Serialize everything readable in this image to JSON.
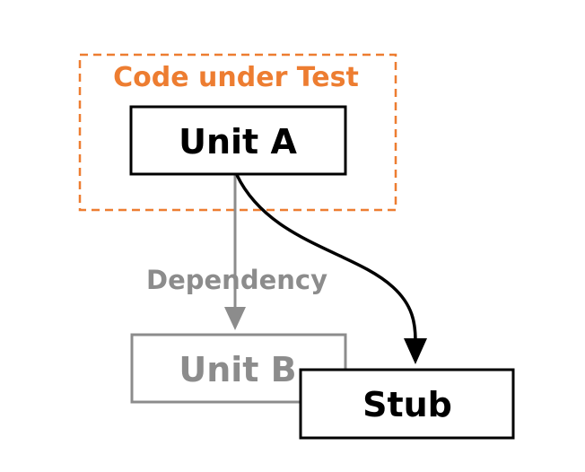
{
  "diagram": {
    "group": {
      "label": "Code under Test",
      "color": "#ED7D31"
    },
    "nodes": {
      "unit_a": {
        "label": "Unit A",
        "color": "#000000"
      },
      "unit_b": {
        "label": "Unit B",
        "color": "#8C8C8C"
      },
      "stub": {
        "label": "Stub",
        "color": "#000000"
      }
    },
    "edges": {
      "dependency": {
        "from": "Unit A",
        "to": "Unit B",
        "label": "Dependency",
        "color": "#8C8C8C"
      },
      "stub_link": {
        "from": "Unit A",
        "to": "Stub",
        "color": "#000000"
      }
    }
  }
}
